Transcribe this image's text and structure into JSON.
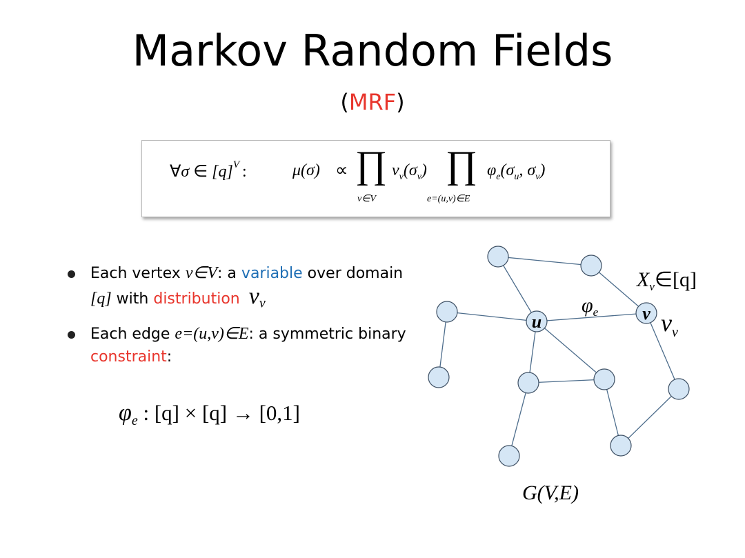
{
  "slide": {
    "title": "Markov Random Fields",
    "subtitle_open": "(",
    "subtitle_abbr": "MRF",
    "subtitle_close": ")"
  },
  "formula": {
    "forall": "∀",
    "sigma": "σ",
    "in": "∈",
    "q_set": "[q]",
    "sup_V": "V",
    "colon": ":",
    "mu_sigma": "μ(σ)",
    "propto": "∝",
    "prod1": "∏",
    "nu_v": "ν",
    "nu_sub": "v",
    "nu_arg": "(σ",
    "nu_arg_sub": "v",
    "nu_arg_close": ")",
    "prod1_under": "v∈V",
    "prod2": "∏",
    "prod2_under": "e=(u,v)∈E",
    "phi": "φ",
    "phi_sub": "e",
    "phi_arg": "(σ",
    "phi_arg_u": "u",
    "phi_arg_mid": ", σ",
    "phi_arg_v": "v",
    "phi_arg_close": ")"
  },
  "bullets": [
    {
      "p1": "Each vertex ",
      "math1": "v∈V",
      "p2": ": a ",
      "highlight1": "variable",
      "p3": " over domain ",
      "math2": "[q]",
      "p4": " with ",
      "highlight2": "distribution",
      "nu": "ν",
      "nu_sub": "v"
    },
    {
      "p1": "Each edge ",
      "math1": "e=(u,v)∈E",
      "p2": ": a symmetric binary ",
      "highlight1": "constraint",
      "p3": ":"
    }
  ],
  "constraint": {
    "phi": "φ",
    "sub": "e",
    "rest": " : [q] × [q] → [0,1]"
  },
  "graph": {
    "label_u": "u",
    "label_v": "v",
    "phi": "φ",
    "phi_sub": "e",
    "X": "X",
    "X_sub": "v",
    "X_rest": "∈[q]",
    "nu": "ν",
    "nu_sub": "v",
    "graph_label": "G(V,E)",
    "colors": {
      "node_fill": "#d5e6f5",
      "node_stroke": "#3d4f63",
      "edge": "#4d6d8c"
    }
  },
  "colors": {
    "accent_red": "#e8352c",
    "accent_blue": "#1f6fb5"
  }
}
